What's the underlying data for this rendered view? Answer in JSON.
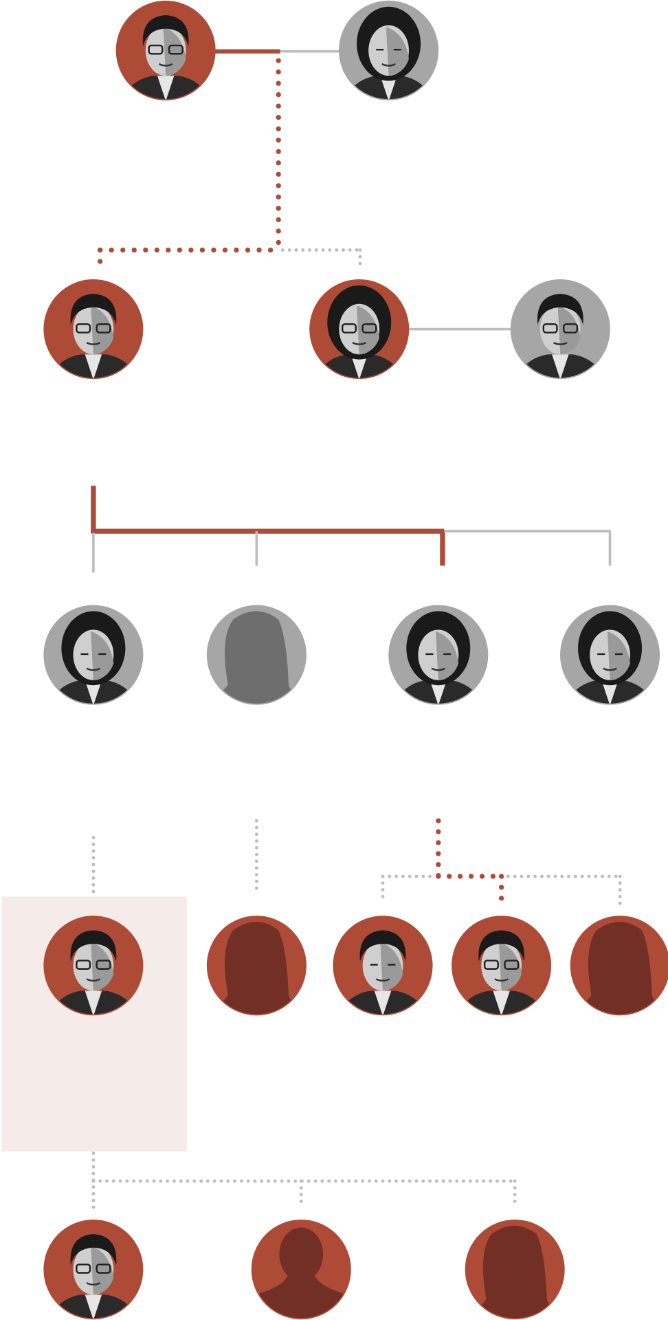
{
  "colors": {
    "accent_red": "#ae4b37",
    "silhouette_red": "#722f25",
    "neutral_gray": "#a6a6a6",
    "silhouette_gray": "#6e6e6e",
    "line_gray": "#bdbdbd",
    "highlight_box": "#f5ecea"
  },
  "nodes": [
    {
      "id": "gen1-patriarch",
      "ring": "red",
      "portrait": "photo-man-glasses"
    },
    {
      "id": "gen1-spouse",
      "ring": "gray",
      "portrait": "photo-woman"
    },
    {
      "id": "gen2-son",
      "ring": "red",
      "portrait": "photo-man-glasses"
    },
    {
      "id": "gen2-daughter",
      "ring": "red",
      "portrait": "photo-woman-glasses"
    },
    {
      "id": "gen2-son-in-law",
      "ring": "gray",
      "portrait": "photo-man-glasses"
    },
    {
      "id": "gen2-partner-1",
      "ring": "gray",
      "portrait": "photo-woman"
    },
    {
      "id": "gen2-partner-2",
      "ring": "gray",
      "portrait": "silhouette-female"
    },
    {
      "id": "gen2-partner-3",
      "ring": "gray",
      "portrait": "photo-woman"
    },
    {
      "id": "gen2-partner-4",
      "ring": "gray",
      "portrait": "photo-woman"
    },
    {
      "id": "gen3-eldest-son",
      "ring": "red",
      "portrait": "photo-man-glasses",
      "highlighted": true
    },
    {
      "id": "gen3-daughter-1",
      "ring": "red",
      "portrait": "silhouette-female"
    },
    {
      "id": "gen3-son-2",
      "ring": "red",
      "portrait": "photo-man"
    },
    {
      "id": "gen3-son-3",
      "ring": "red",
      "portrait": "photo-man-glasses"
    },
    {
      "id": "gen3-daughter-2",
      "ring": "red",
      "portrait": "silhouette-female"
    },
    {
      "id": "gen4-son-1",
      "ring": "red",
      "portrait": "photo-man-glasses"
    },
    {
      "id": "gen4-son-2",
      "ring": "red",
      "portrait": "silhouette-male"
    },
    {
      "id": "gen4-daughter",
      "ring": "red",
      "portrait": "silhouette-female"
    }
  ]
}
